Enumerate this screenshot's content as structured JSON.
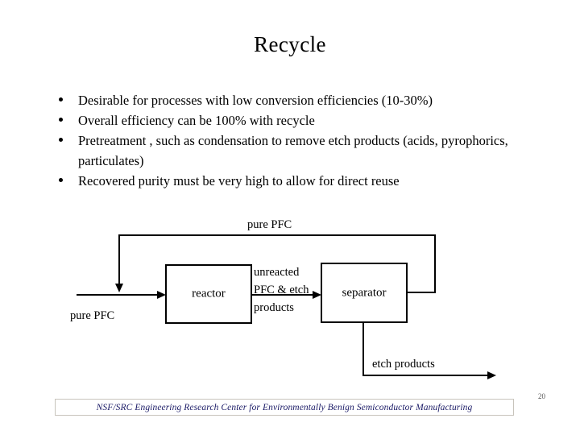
{
  "slide": {
    "title": "Recycle",
    "page_number": "20",
    "background_color": "#ffffff",
    "text_color": "#000000"
  },
  "bullets": [
    {
      "marker": "bullet-dot",
      "text": "Desirable for processes with low conversion efficiencies (10-30%)"
    },
    {
      "marker": "bullet-dot",
      "text": "Overall efficiency can be 100% with recycle"
    },
    {
      "marker": "bullet-dot",
      "text": "Pretreatment , such as condensation to remove etch products (acids, pyrophorics, particulates)"
    },
    {
      "marker": "bullet-dot",
      "text": "Recovered purity must be very high to allow for direct reuse"
    }
  ],
  "diagram": {
    "boxes": [
      {
        "id": "reactor",
        "label": "reactor"
      },
      {
        "id": "separator",
        "label": "separator"
      }
    ],
    "stream_labels": {
      "recycle_top": "pure PFC",
      "feed_left": "pure PFC",
      "reactor_to_separator": "unreacted PFC & etch products",
      "separator_outlet": "etch products"
    }
  },
  "footer": {
    "text": "NSF/SRC Engineering Research Center for Environmentally Benign Semiconductor Manufacturing",
    "color": "#1a1a66",
    "border_color": "#c8c4bc"
  }
}
